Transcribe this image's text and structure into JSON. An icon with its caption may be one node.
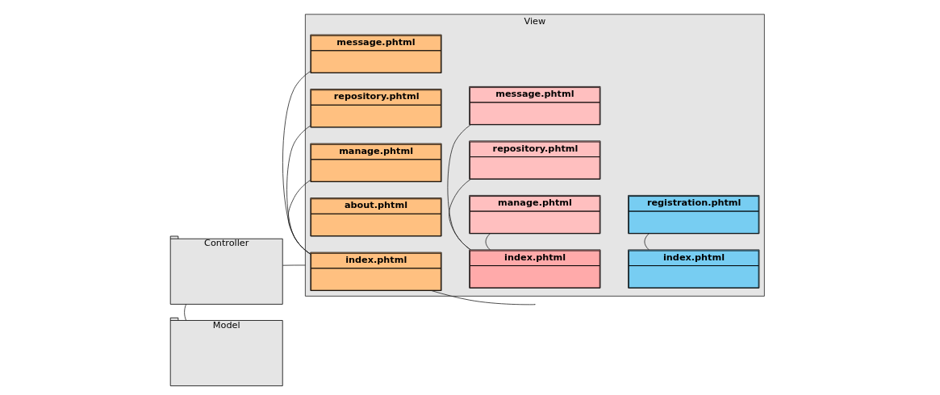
{
  "diagram": {
    "nodes": [
      {
        "text": [
          "Controller"
        ]
      },
      {
        "text": [
          "Model"
        ]
      },
      {
        "text": [
          "View"
        ]
      },
      {
        "text": [
          "index.phtml"
        ],
        "in": 2
      },
      {
        "text": [
          "about.phtml"
        ],
        "in": 2
      },
      {
        "text": [
          "manage.phtml"
        ],
        "in": 2
      },
      {
        "text": [
          "repository.phtml"
        ],
        "in": 2
      },
      {
        "text": [
          "message.phtml"
        ],
        "in": 2
      },
      {
        "text": [
          "index.phtml"
        ],
        "in": 2
      },
      {
        "text": [
          "manage.phtml"
        ],
        "in": 2
      },
      {
        "text": [
          "repository.phtml"
        ],
        "in": 2
      },
      {
        "text": [
          "message.phtml"
        ],
        "in": 2
      },
      {
        "text": [
          "index.phtml"
        ],
        "in": 2
      },
      {
        "text": [
          "registration.phtml"
        ],
        "in": 2
      }
    ],
    "edges": [
      {
        "from": 0,
        "to": 1,
        "arrow": "none"
      },
      {
        "from": 0,
        "to": 2,
        "arrow": "none"
      },
      {
        "from": 3,
        "to": 5,
        "arrow": "none"
      },
      {
        "from": 3,
        "to": 6,
        "arrow": "none"
      },
      {
        "from": 3,
        "to": 7,
        "arrow": "none"
      },
      {
        "from": 3,
        "to": null,
        "arrow": "none"
      },
      {
        "from": 8,
        "to": 9,
        "arrow": "none"
      },
      {
        "from": 8,
        "to": 10,
        "arrow": "none"
      },
      {
        "from": 8,
        "to": 11,
        "arrow": "none"
      },
      {
        "from": 12,
        "to": 13,
        "arrow": "none"
      }
    ]
  }
}
